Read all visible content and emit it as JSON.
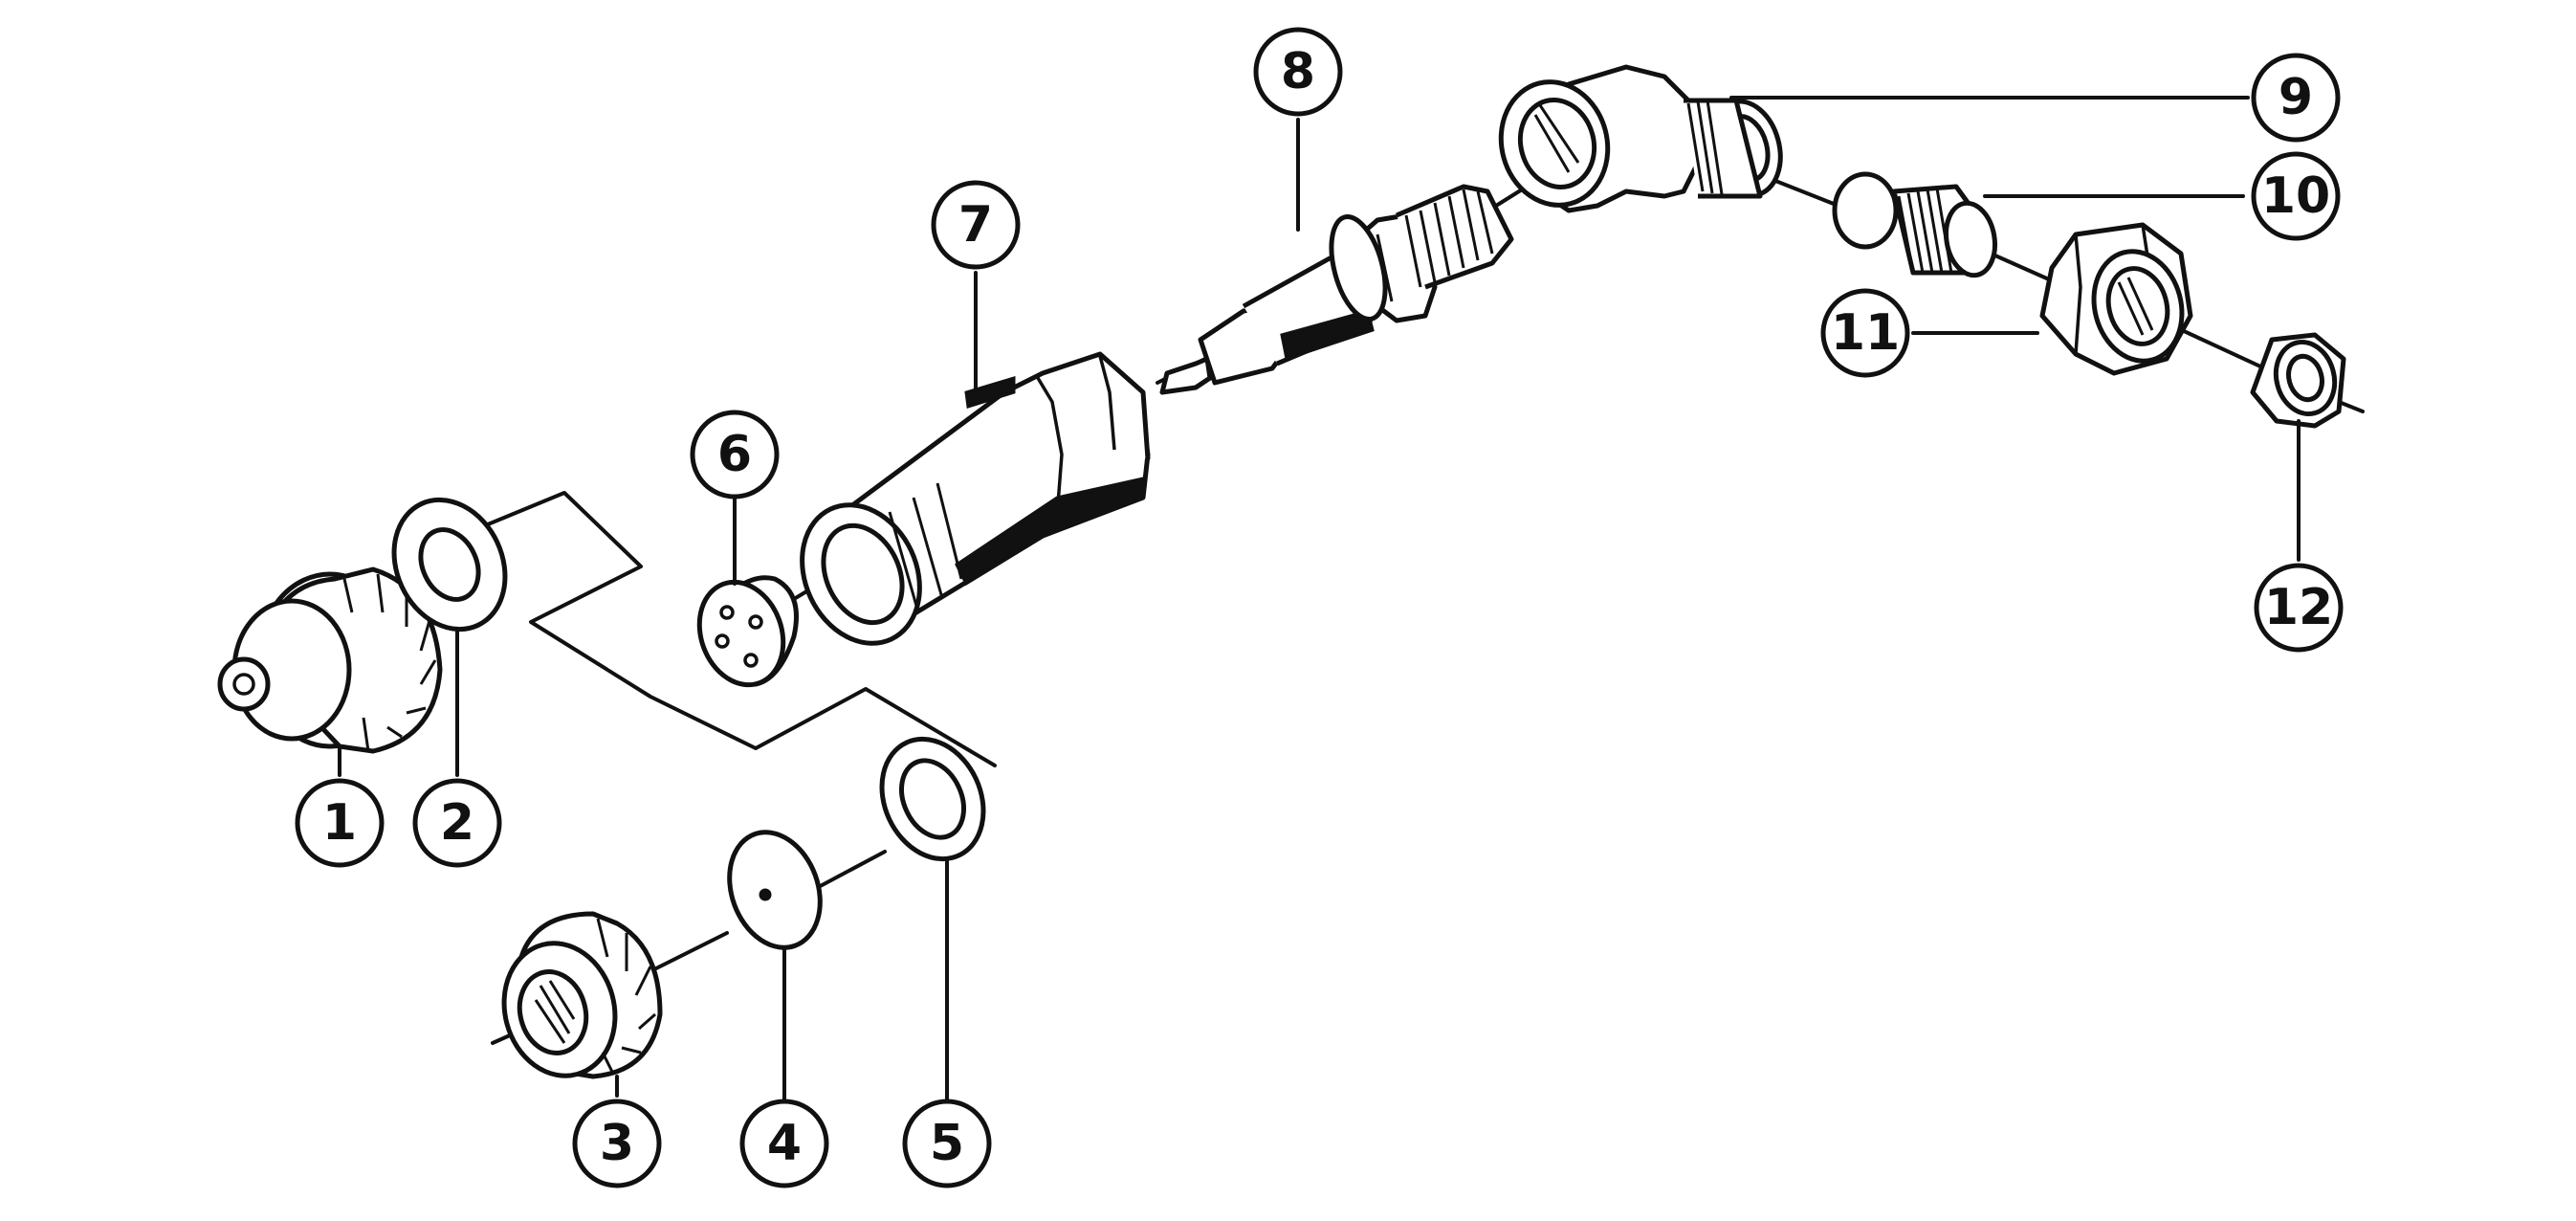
{
  "diagram": {
    "callouts": [
      {
        "id": "1",
        "label": "1",
        "part_icon": "knurled-cap-icon"
      },
      {
        "id": "2",
        "label": "2",
        "part_icon": "washer-icon"
      },
      {
        "id": "3",
        "label": "3",
        "part_icon": "knurled-nut-icon"
      },
      {
        "id": "4",
        "label": "4",
        "part_icon": "disc-icon"
      },
      {
        "id": "5",
        "label": "5",
        "part_icon": "washer-icon"
      },
      {
        "id": "6",
        "label": "6",
        "part_icon": "swirl-plate-icon"
      },
      {
        "id": "7",
        "label": "7",
        "part_icon": "nozzle-body-icon"
      },
      {
        "id": "8",
        "label": "8",
        "part_icon": "check-valve-icon"
      },
      {
        "id": "9",
        "label": "9",
        "part_icon": "elbow-fitting-icon"
      },
      {
        "id": "10",
        "label": "10",
        "part_icon": "threaded-nipple-icon"
      },
      {
        "id": "11",
        "label": "11",
        "part_icon": "hex-nut-icon"
      },
      {
        "id": "12",
        "label": "12",
        "part_icon": "lock-nut-icon"
      }
    ]
  },
  "colors": {
    "ink": "#111111",
    "background": "#ffffff"
  }
}
